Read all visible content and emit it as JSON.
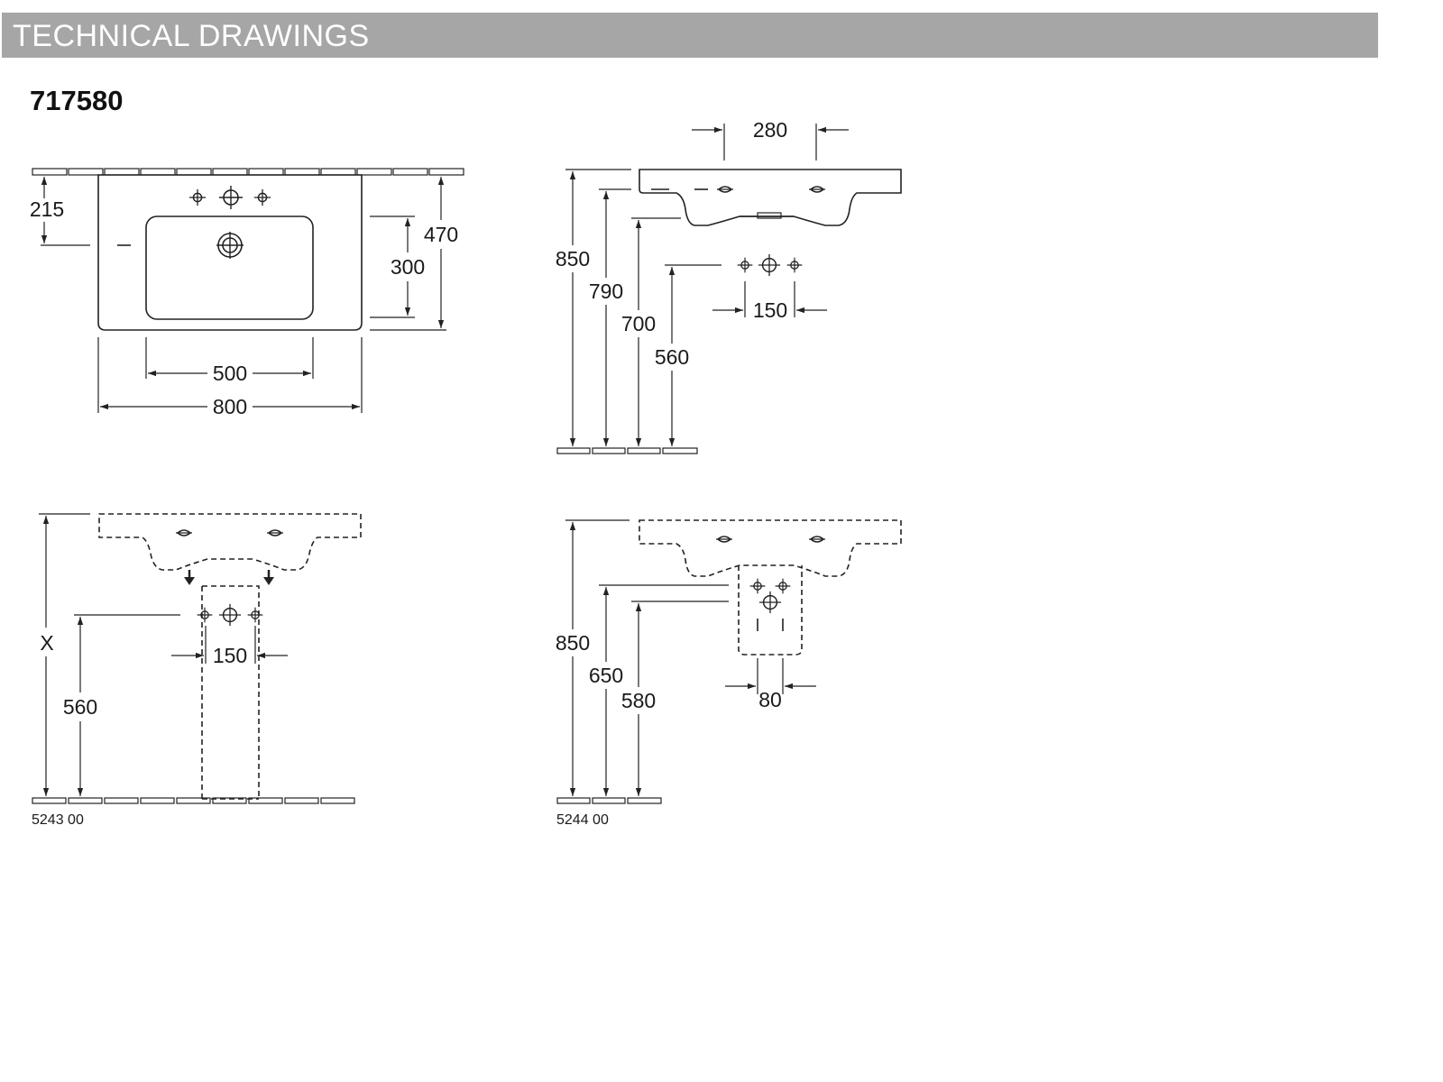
{
  "header": {
    "title": "TECHNICAL DRAWINGS"
  },
  "product": {
    "code": "717580"
  },
  "top_view": {
    "dim_hole_depth": "215",
    "dim_total_depth": "470",
    "dim_bowl_depth": "300",
    "dim_bowl_width": "500",
    "dim_total_width": "800"
  },
  "side_view": {
    "dim_hole_spacing": "280",
    "dim_rim_height": "850",
    "dim_790": "790",
    "dim_700": "700",
    "dim_560": "560",
    "dim_tap_spacing": "150"
  },
  "pedestal_view": {
    "dim_x": "X",
    "dim_560": "560",
    "dim_tap_spacing": "150",
    "article": "5243 00"
  },
  "semi_pedestal_view": {
    "dim_rim_height": "850",
    "dim_650": "650",
    "dim_580": "580",
    "dim_80": "80",
    "article": "5244 00"
  }
}
